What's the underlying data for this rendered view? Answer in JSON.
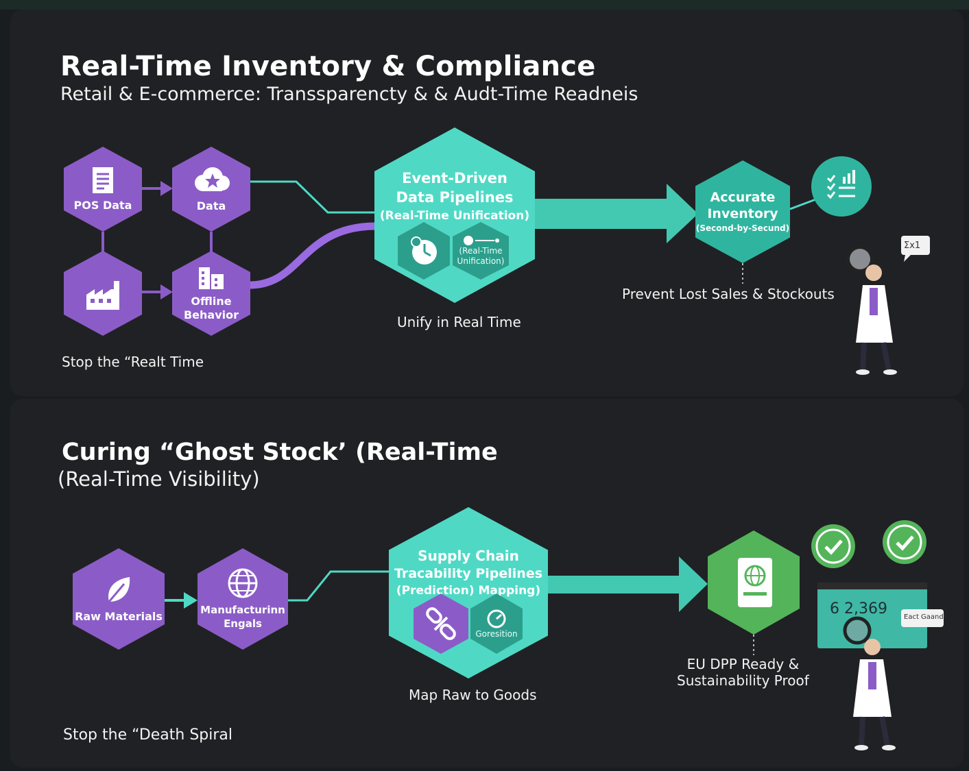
{
  "window": {
    "dots": [
      "#f0584a",
      "#f2b62b",
      "#3ec84a"
    ]
  },
  "section1": {
    "title": "Real-Time Inventory & Compliance",
    "subtitle": "Retail & E-commerce: Transsparencty & & Audt-Time Readneis",
    "inputs": [
      "POS Data",
      "Data",
      "",
      "Offline\nBehavior"
    ],
    "hub": {
      "title_line1": "Event-Driven",
      "title_line2": "Data Pipelines",
      "title_line3": "(Real-Time Unification)",
      "chip": "(Real-Time\nUnification)"
    },
    "hub_caption": "Unify in Real Time",
    "output": {
      "line1": "Accurate",
      "line2": "Inventory",
      "line3": "(Second-by-Secund)"
    },
    "output_caption": "Prevent Lost Sales & Stockouts",
    "bottom_caption": "Stop the “Realt Time",
    "bubble": "Σx1"
  },
  "section2": {
    "title": "Curing “Ghost Stock’ (Real-Time",
    "subtitle": "(Real-Time Visibility)",
    "inputs": [
      "Raw Materials",
      "Manufacturinn\nEngals"
    ],
    "hub": {
      "title_line1": "Supply Chain",
      "title_line2": "Tracability Pipelines",
      "title_line3": "(Prediction) Mapping)",
      "chip": "Goresition"
    },
    "hub_caption": "Map Raw to Goods",
    "output_caption": "EU DPP Ready &\nSustainability Proof",
    "bottom_caption": "Stop the “Death Spiral",
    "screen_value": "6 2,369",
    "bubble": "Eact Gaand!"
  },
  "colors": {
    "purple": "#8b5cc7",
    "teal": "#4fd9c5",
    "green": "#54b45a",
    "background": "#202124"
  }
}
